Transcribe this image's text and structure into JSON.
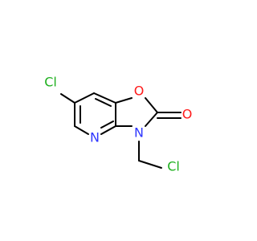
{
  "molecule": {
    "atoms": {
      "cl_ring": {
        "label": "Cl",
        "color": "#1fb01f"
      },
      "cl_methyl": {
        "label": "Cl",
        "color": "#1fb01f"
      },
      "o_ring": {
        "label": "O",
        "color": "#ff1a1a"
      },
      "o_carbonyl": {
        "label": "O",
        "color": "#ff1a1a"
      },
      "n_pyridine": {
        "label": "N",
        "color": "#2f37ff"
      },
      "n_lactam": {
        "label": "N",
        "color": "#2f37ff"
      }
    },
    "bond_color": "#000000"
  }
}
